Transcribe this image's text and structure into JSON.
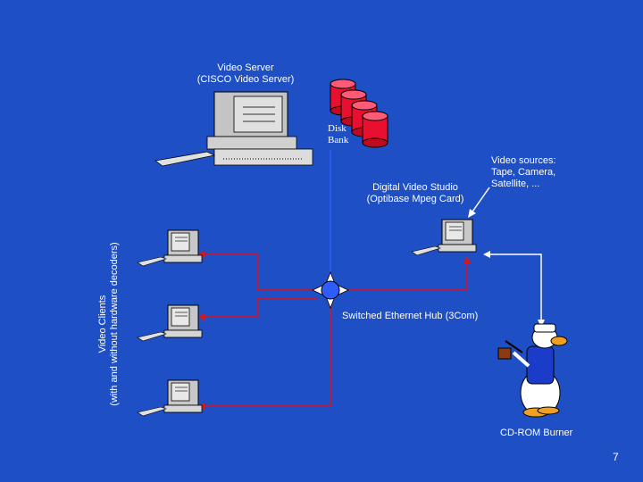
{
  "server": {
    "title": "Video Server",
    "subtitle": "(CISCO Video Server)"
  },
  "disk_bank": {
    "line1": "Disk",
    "line2": "Bank"
  },
  "studio": {
    "title": "Digital Video Studio",
    "subtitle": "(Optibase Mpeg Card)"
  },
  "sources": {
    "line1": "Video sources:",
    "line2": "Tape, Camera,",
    "line3": "Satellite, ..."
  },
  "hub": {
    "label": "Switched Ethernet Hub (3Com)"
  },
  "clients": {
    "line1": "Video Clients",
    "line2": "(with and without hardware decoders)"
  },
  "burner": {
    "label": "CD-ROM Burner"
  },
  "page_number": "7",
  "colors": {
    "background": "#1f4fc4",
    "wire_red": "#d8141c",
    "wire_blue": "#2d5fff",
    "link_white": "#ffffff"
  }
}
